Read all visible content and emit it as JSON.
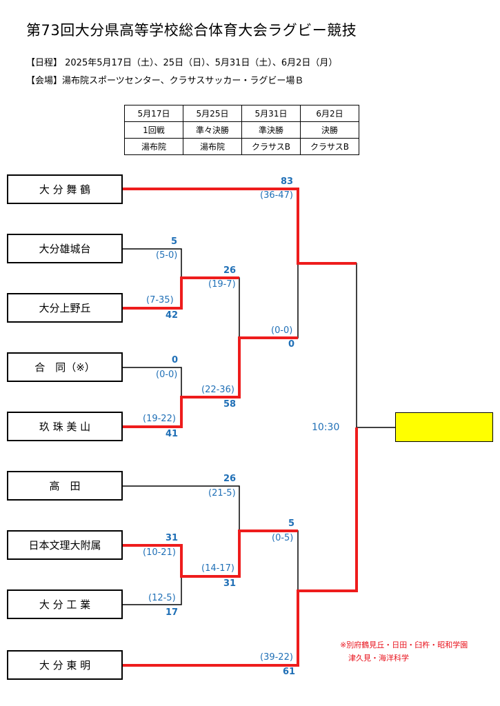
{
  "title": "第73回大分県高等学校総合体育大会ラグビー競技",
  "schedule_line": "【日程】 2025年5月17日（土）、25日（日）、5月31日（土）、6月2日（月）",
  "venue_line": "【会場】湯布院スポーツセンター、クラサスサッカー・ラグビー場Ｂ",
  "schedule_table": {
    "rows": [
      [
        "5月17日",
        "5月25日",
        "5月31日",
        "6月2日"
      ],
      [
        "1回戦",
        "準々決勝",
        "準決勝",
        "決勝"
      ],
      [
        "湯布院",
        "湯布院",
        "クラサスB",
        "クラサスB"
      ]
    ]
  },
  "teams": [
    "大 分 舞 鶴",
    "大分雄城台",
    "大分上野丘",
    "合　同（※）",
    "玖 珠 美 山",
    "高　田",
    "日本文理大附属",
    "大 分 工 業",
    "大 分 東 明"
  ],
  "scores": {
    "s83": "83",
    "h3647": "(36-47)",
    "s5": "5",
    "h50": "(5-0)",
    "h735": "(7-35)",
    "s42": "42",
    "s26a": "26",
    "h197": "(19-7)",
    "h00a": "(0-0)",
    "s0a": "0",
    "s0b": "0",
    "h00b": "(0-0)",
    "h2236": "(22-36)",
    "s58": "58",
    "h1922": "(19-22)",
    "s41": "41",
    "s26b": "26",
    "h215": "(21-5)",
    "s5b": "5",
    "h05": "(0-5)",
    "s31a": "31",
    "h1021": "(10-21)",
    "h1417": "(14-17)",
    "s31b": "31",
    "h125": "(12-5)",
    "s17": "17",
    "h3922": "(39-22)",
    "s61": "61"
  },
  "final_time": "10:30",
  "note_lines": [
    "※別府鶴見丘・日田・臼杵・昭和学園",
    "津久見・海洋科学"
  ],
  "colors": {
    "winner_line": "#ee1c1c",
    "loser_line": "#000000",
    "score": "#1f6fb6",
    "note": "#e8111b",
    "winner_box": "#ffff00"
  }
}
